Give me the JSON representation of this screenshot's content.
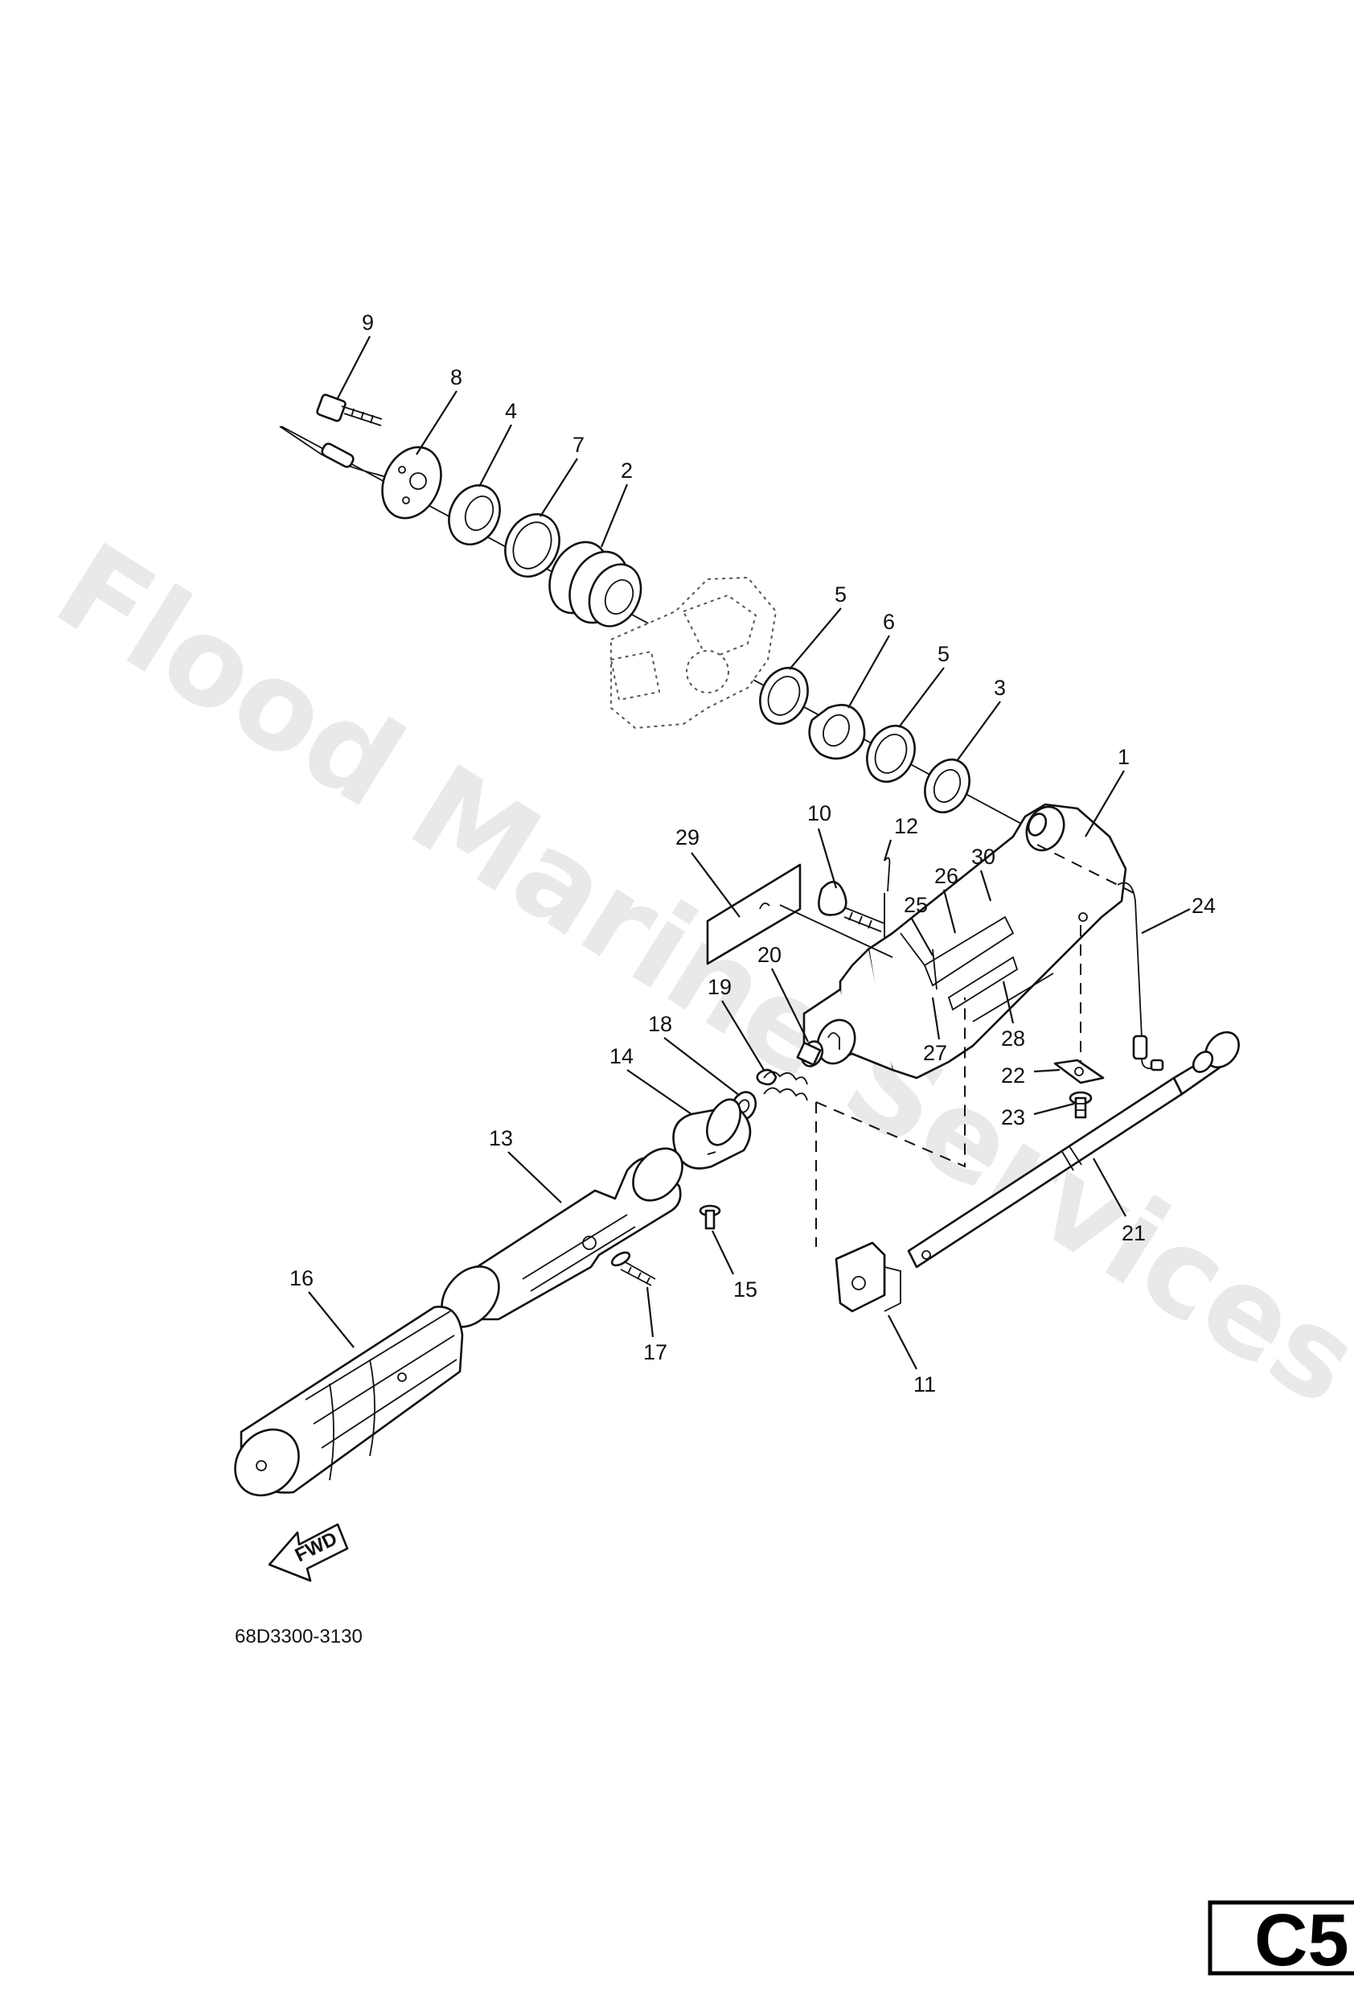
{
  "watermark": "Flood Marine Services",
  "diagram_code": "68D3300-3130",
  "page_ref": "C5",
  "fwd_label": "FWD",
  "callouts": {
    "c1": "1",
    "c2": "2",
    "c3": "3",
    "c4": "4",
    "c5a": "5",
    "c5b": "5",
    "c6": "6",
    "c7": "7",
    "c8": "8",
    "c9": "9",
    "c10": "10",
    "c11": "11",
    "c12": "12",
    "c13": "13",
    "c14": "14",
    "c15": "15",
    "c16": "16",
    "c17": "17",
    "c18": "18",
    "c19": "19",
    "c20": "20",
    "c21": "21",
    "c22": "22",
    "c23": "23",
    "c24": "24",
    "c25": "25",
    "c26": "26",
    "c27": "27",
    "c28": "28",
    "c29": "29",
    "c30": "30"
  }
}
